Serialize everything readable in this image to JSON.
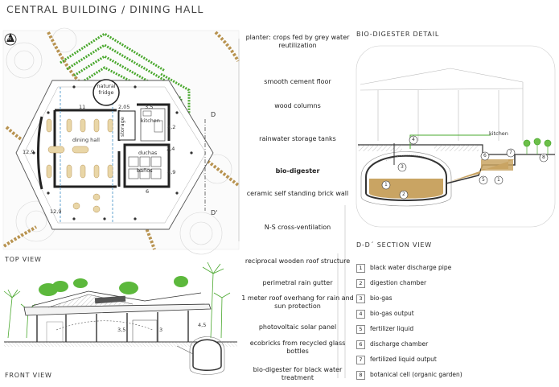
{
  "title": "CENTRAL BUILDING / DINING HALL",
  "sections": {
    "top_view": "TOP VIEW",
    "front_view": "FRONT VIEW",
    "biodigester_detail": "BIO-DIGESTER DETAIL",
    "dd_section": "D-D´ SECTION VIEW"
  },
  "top_annotations": [
    "planter: crops fed by grey water reutilization",
    "smooth cement floor",
    "wood columns",
    "rainwater storage tanks",
    "bio-digester",
    "ceramic self standing brick wall",
    "N-S cross-ventilation"
  ],
  "front_annotations": [
    "reciprocal wooden roof structure",
    "perimetral rain gutter",
    "1 meter roof overhang for rain and sun protection",
    "photovoltaic solar panel",
    "ecobricks from recycled glass bottles",
    "bio-digester for black water treatment"
  ],
  "plan_labels": {
    "north": "N",
    "natural_fridge": "natural fridge",
    "storage": "storage",
    "kitchen": "kitchen",
    "dining_hall": "dining hall",
    "duchas": "duchas",
    "banos": "baños",
    "section_d": "D",
    "section_d_prime": "D'",
    "dim_11": "11",
    "dim_205": "2,05",
    "dim_35": "3,5",
    "dim_42": "4,2",
    "dim_24": "2,4",
    "dim_49": "4,9",
    "dim_129_left": "12,9",
    "dim_129_bottom": "12,9",
    "dim_6": "6"
  },
  "front_labels": {
    "dim_35": "3,5",
    "dim_3": "3",
    "dim_45": "4,5"
  },
  "detail_labels": {
    "kitchen": "kitchen",
    "numbers": [
      "1",
      "2",
      "3",
      "4",
      "5",
      "6",
      "7",
      "8",
      "1"
    ]
  },
  "legend": [
    {
      "num": "1",
      "text": "black water discharge pipe"
    },
    {
      "num": "2",
      "text": "digestion chamber"
    },
    {
      "num": "3",
      "text": "bio-gas"
    },
    {
      "num": "4",
      "text": "bio-gas output"
    },
    {
      "num": "5",
      "text": "fertilizer liquid"
    },
    {
      "num": "6",
      "text": "discharge chamber"
    },
    {
      "num": "7",
      "text": "fertilized liquid output"
    },
    {
      "num": "8",
      "text": "botanical cell (organic garden)"
    }
  ],
  "colors": {
    "soil": "#c9a463",
    "soil_dark": "#a8823f",
    "green": "#4aa82e",
    "line": "#333333",
    "water_blue": "#7fb3d9",
    "pale": "#dddddd"
  }
}
